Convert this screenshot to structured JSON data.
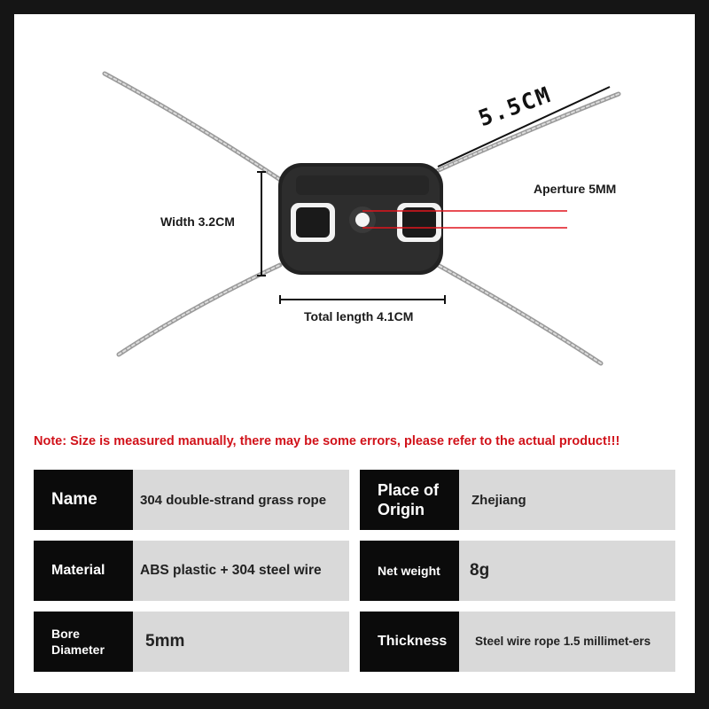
{
  "figure": {
    "dim_length": "5.5CM",
    "dim_aperture": "Aperture 5MM",
    "dim_width": "Width 3.2CM",
    "dim_total": "Total length 4.1CM"
  },
  "note": "Note: Size is measured manually, there may be some errors, please refer to the actual product!!!",
  "specs": [
    {
      "key": "Name",
      "value": "304 double-strand grass rope"
    },
    {
      "key": "Place of Origin",
      "value": "Zhejiang"
    },
    {
      "key": "Material",
      "value": "ABS plastic + 304 steel wire"
    },
    {
      "key": "Net weight",
      "value": "8g"
    },
    {
      "key": "Bore Diameter",
      "value": "5mm"
    },
    {
      "key": "Thickness",
      "value": "Steel wire rope 1.5 millimet-ers"
    }
  ],
  "colors": {
    "note_red": "#d1121a",
    "key_bg": "#0b0b0b",
    "value_bg": "#d9d9d9",
    "frame": "#151515"
  }
}
